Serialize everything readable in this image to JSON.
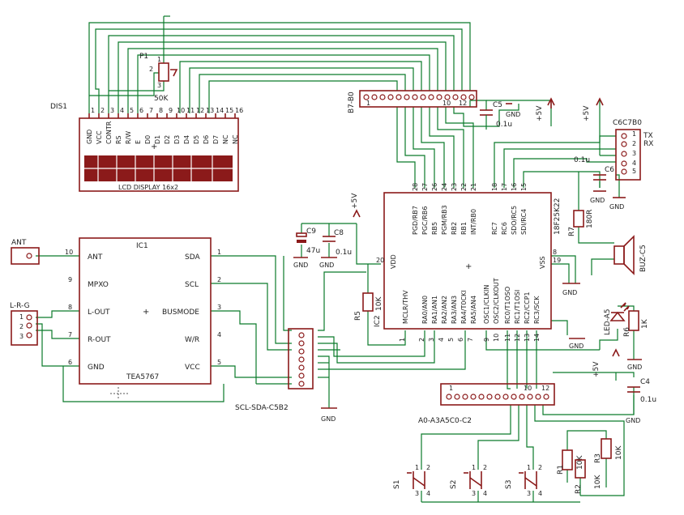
{
  "lcd": {
    "ref": "DIS1",
    "name": "LCD DISPLAY 16x2",
    "pins": [
      "GND",
      "VCC",
      "CONTR",
      "RS",
      "R/W",
      "E",
      "D0",
      "D1",
      "D2",
      "D3",
      "D4",
      "D5",
      "D6",
      "D7",
      "NC",
      "NC"
    ],
    "nums": [
      "1",
      "2",
      "3",
      "4",
      "5",
      "6",
      "7",
      "8",
      "9",
      "10",
      "11",
      "12",
      "13",
      "14",
      "15",
      "16"
    ]
  },
  "pot": {
    "ref": "P1",
    "value": "50K",
    "p1": "1",
    "p2": "2",
    "p3": "3"
  },
  "conn_b7b0": {
    "ref": "B7-B0",
    "nums": [
      "1",
      "10",
      "12"
    ]
  },
  "c5": {
    "ref": "C5",
    "value": "0.1u"
  },
  "c6": {
    "ref": "C6",
    "value": "0.1u"
  },
  "c4": {
    "ref": "C4",
    "value": "0.1u"
  },
  "c8": {
    "ref": "C8",
    "value": "0.1u"
  },
  "c9": {
    "ref": "C9",
    "value": "47u"
  },
  "gnd": "GND",
  "plus5v": "+5V",
  "c6c7b0": {
    "ref": "C6C7B0",
    "tx": "TX",
    "rx": "RX",
    "nums": [
      "1",
      "2",
      "3",
      "4",
      "5"
    ]
  },
  "mcu": {
    "ref": "IC2",
    "name": "18F25K22",
    "top_pins": [
      "PGD/RB7",
      "PGC/RB6",
      "RB5",
      "PGM/RB3",
      "RB2",
      "RB1",
      "INT/RB0",
      "RC7",
      "RC6",
      "SDO/RC5",
      "SDI/RC4"
    ],
    "top_nums": [
      "28",
      "27",
      "26",
      "24",
      "23",
      "22",
      "21",
      "18",
      "17",
      "16",
      "15"
    ],
    "bottom_pins": [
      "MCLR/THV",
      "RA0/AN0",
      "RA1/AN1",
      "RA2/AN2",
      "RA3/AN3",
      "RA4/T0CKI",
      "RA5/AN4",
      "OSC1/CLKIN",
      "OSC2/CLKOUT",
      "RC0/T1OSO",
      "RC1/T1OSI",
      "RC2/CCP1",
      "RC3/SCK"
    ],
    "bottom_nums": [
      "1",
      "2",
      "3",
      "4",
      "5",
      "6",
      "7",
      "9",
      "10",
      "11",
      "12",
      "13",
      "14"
    ],
    "vdd": "VDD",
    "vss": "VSS",
    "n20": "20",
    "n8": "8",
    "n19": "19"
  },
  "r5": {
    "ref": "R5",
    "value": "10K"
  },
  "r7": {
    "ref": "R7",
    "value": "180R"
  },
  "r6": {
    "ref": "R6",
    "value": "1K"
  },
  "r1": {
    "ref": "R1",
    "value": "10K"
  },
  "r2": {
    "ref": "R2",
    "value": "10K"
  },
  "r3": {
    "ref": "R3",
    "value": "10K"
  },
  "buz": {
    "ref": "BUZ-C5"
  },
  "led": {
    "ref": "LED-A5"
  },
  "ic1": {
    "ref": "IC1",
    "name": "TEA5767",
    "left": [
      "ANT",
      "MPXO",
      "L-OUT",
      "R-OUT",
      "GND"
    ],
    "left_nums": [
      "10",
      "9",
      "8",
      "7",
      "6"
    ],
    "right": [
      "SDA",
      "SCL",
      "BUSMODE",
      "W/R",
      "VCC"
    ],
    "right_nums": [
      "1",
      "2",
      "3",
      "4",
      "5"
    ]
  },
  "ant": {
    "ref": "ANT"
  },
  "lrg": {
    "ref": "L-R-G",
    "nums": [
      "1",
      "2",
      "3"
    ]
  },
  "sclsda": {
    "ref": "SCL-SDA-C5B2"
  },
  "conn_a0": {
    "ref": "A0-A3A5C0-C2",
    "nums": [
      "1",
      "10",
      "12"
    ]
  },
  "switches": [
    {
      "ref": "S1",
      "p1": "1",
      "p2": "2",
      "p3": "3",
      "p4": "4"
    },
    {
      "ref": "S2",
      "p1": "1",
      "p2": "2",
      "p3": "3",
      "p4": "4"
    },
    {
      "ref": "S3",
      "p1": "1",
      "p2": "2",
      "p3": "3",
      "p4": "4"
    }
  ]
}
